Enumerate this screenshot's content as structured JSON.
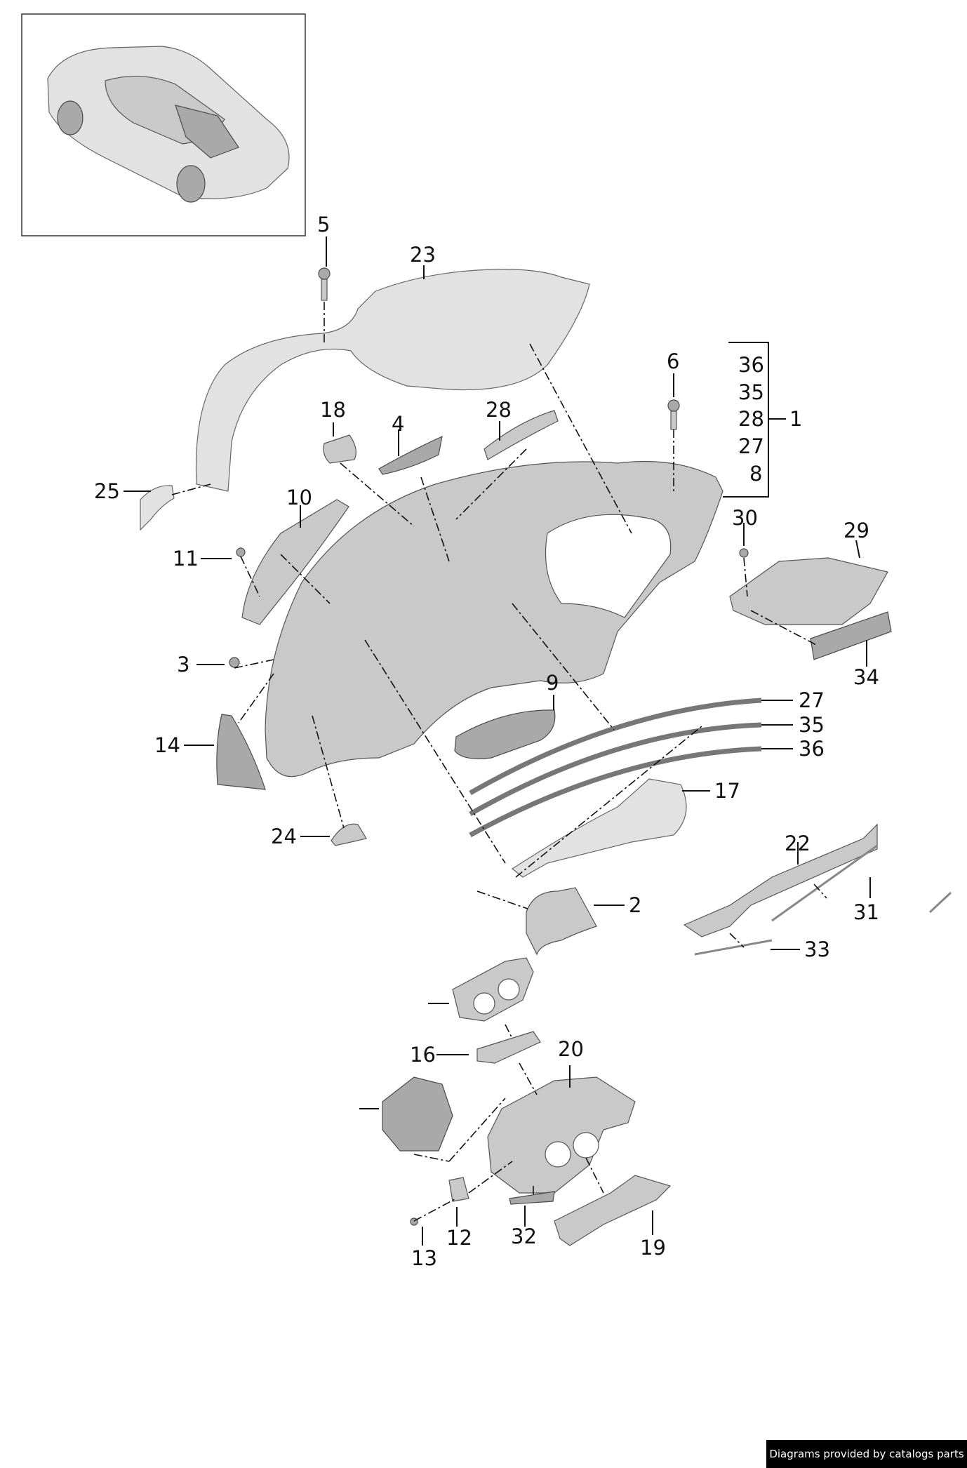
{
  "footer": {
    "credit": "Diagrams provided by catalogs parts"
  },
  "callouts": {
    "c1": "1",
    "c2": "2",
    "c3": "3",
    "c4": "4",
    "c5": "5",
    "c6": "6",
    "c9": "9",
    "c10": "10",
    "c11": "11",
    "c12": "12",
    "c13": "13",
    "c14": "14",
    "c16": "16",
    "c17": "17",
    "c18": "18",
    "c19": "19",
    "c20": "20",
    "c22": "22",
    "c23": "23",
    "c24": "24",
    "c25": "25",
    "c27": "27",
    "c28": "28",
    "c29": "29",
    "c30": "30",
    "c31": "31",
    "c32": "32",
    "c33": "33",
    "c34": "34",
    "c35": "35",
    "c36": "36"
  },
  "group1_members": [
    "36",
    "35",
    "28",
    "27",
    "8"
  ]
}
